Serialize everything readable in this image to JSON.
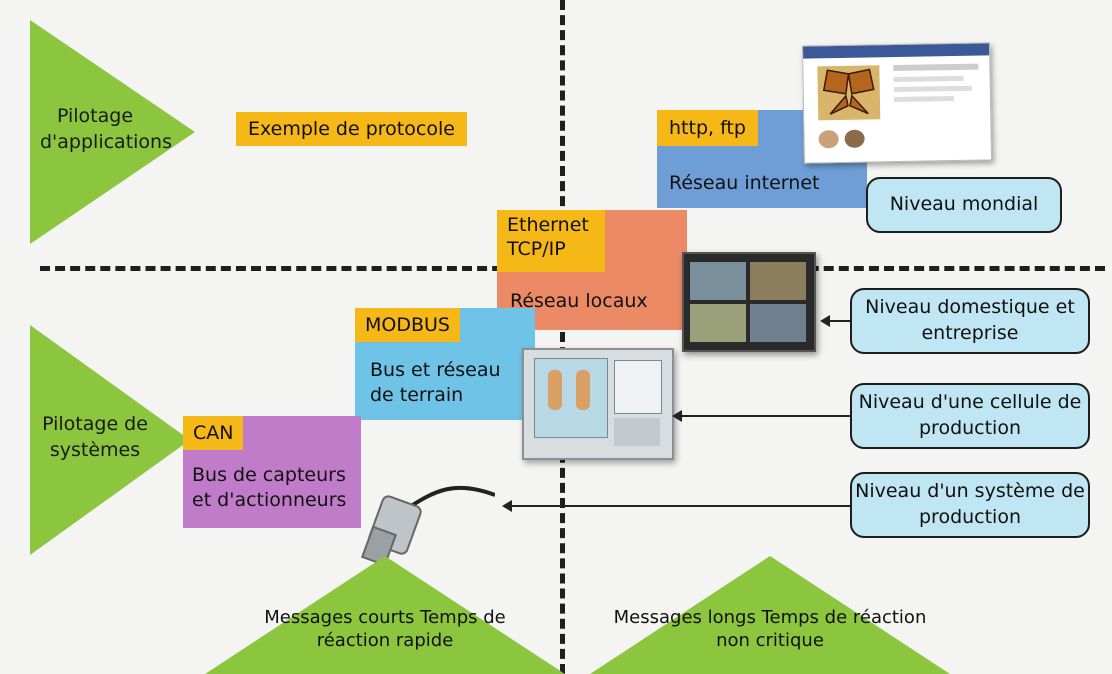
{
  "left": {
    "top_label": "Pilotage d'applications",
    "bottom_label": "Pilotage de systèmes"
  },
  "legend_tag": "Exemple de protocole",
  "layers": [
    {
      "tag": "http, ftp",
      "body": "Réseau internet",
      "color": "#6f9ed6"
    },
    {
      "tag": "Ethernet TCP/IP",
      "body": "Réseau locaux",
      "color": "#ec8a66"
    },
    {
      "tag": "MODBUS",
      "body": "Bus et réseau de terrain",
      "color": "#6fc3e6"
    },
    {
      "tag": "CAN",
      "body": "Bus de capteurs et d'actionneurs",
      "color": "#c07cc8"
    }
  ],
  "levels": [
    "Niveau mondial",
    "Niveau domestique et entreprise",
    "Niveau d'une cellule de production",
    "Niveau d'un système de production"
  ],
  "bottom": {
    "left": "Messages courts Temps de réaction rapide",
    "right": "Messages longs Temps de réaction non critique"
  },
  "colors": {
    "tag": "#f6b817",
    "level": "#bfe6f2",
    "arrow": "#8cc63e"
  }
}
